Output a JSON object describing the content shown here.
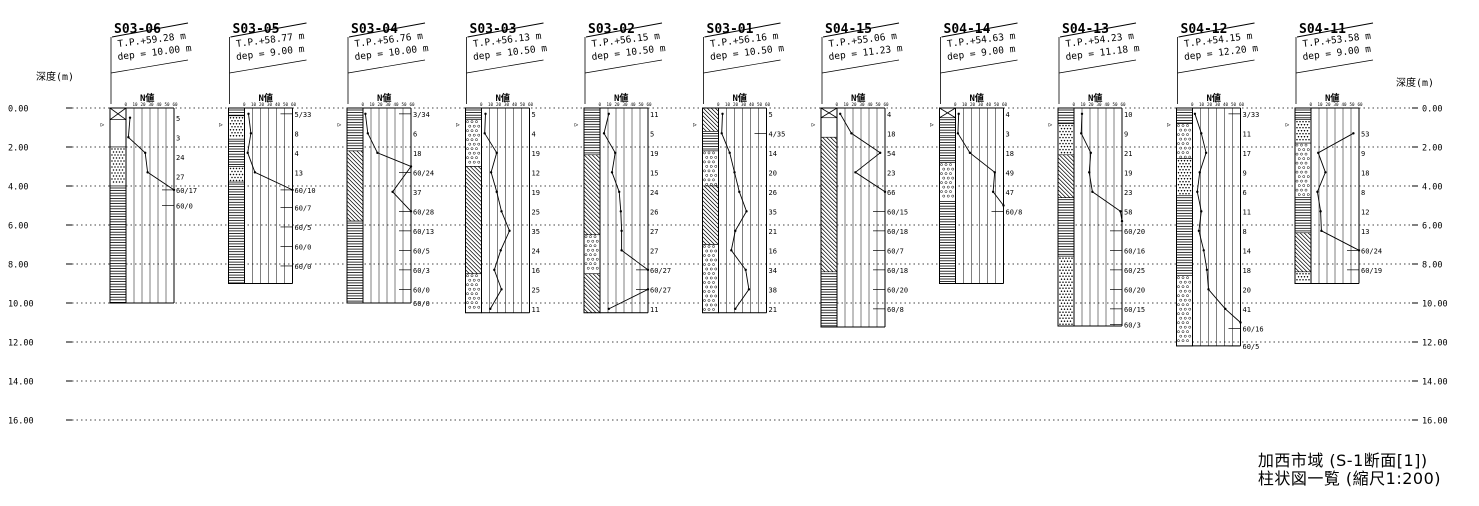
{
  "axis": {
    "label": "深度(m)",
    "ticks": [
      "0.00",
      "2.00",
      "4.00",
      "6.00",
      "8.00",
      "10.00",
      "12.00",
      "14.00",
      "16.00"
    ],
    "min": 0,
    "max": 16
  },
  "nvalue_header": "N値",
  "nvalue_scale": [
    "0",
    "10",
    "20",
    "30",
    "40",
    "50",
    "60"
  ],
  "caption": {
    "line1": "加西市域 (S-1断面[1])",
    "line2": "柱状図一覧 (縮尺1:200)"
  },
  "boreholes": [
    {
      "id": "S03-06",
      "tp": "T.P.+59.28 m",
      "dep_text": "dep = 10.00 m",
      "depth": 10.0,
      "n_labels": [
        [
          0.5,
          "5"
        ],
        [
          1.5,
          "3"
        ],
        [
          2.5,
          "24"
        ],
        [
          3.5,
          "27"
        ],
        [
          4.2,
          "60/17"
        ],
        [
          5.0,
          "60/0"
        ]
      ],
      "n_points": [
        [
          0.5,
          5
        ],
        [
          1.5,
          3
        ],
        [
          2.3,
          24
        ],
        [
          3.3,
          27
        ],
        [
          4.2,
          60
        ]
      ]
    },
    {
      "id": "S03-05",
      "tp": "T.P.+58.77 m",
      "dep_text": "dep = 9.00 m",
      "depth": 9.0,
      "n_labels": [
        [
          0.3,
          "5/33"
        ],
        [
          1.3,
          "8"
        ],
        [
          2.3,
          "4"
        ],
        [
          3.3,
          "13"
        ],
        [
          4.2,
          "60/10"
        ],
        [
          5.1,
          "60/7"
        ],
        [
          6.1,
          "60/5"
        ],
        [
          7.1,
          "60/0"
        ],
        [
          8.1,
          "60/0"
        ]
      ],
      "n_points": [
        [
          0.3,
          5
        ],
        [
          1.3,
          8
        ],
        [
          2.3,
          4
        ],
        [
          3.3,
          13
        ],
        [
          4.2,
          60
        ]
      ]
    },
    {
      "id": "S03-04",
      "tp": "T.P.+56.76 m",
      "dep_text": "dep = 10.00 m",
      "depth": 10.0,
      "n_labels": [
        [
          0.3,
          "3/34"
        ],
        [
          1.3,
          "6"
        ],
        [
          2.3,
          "18"
        ],
        [
          3.3,
          "60/24"
        ],
        [
          4.3,
          "37"
        ],
        [
          5.3,
          "60/28"
        ],
        [
          6.3,
          "60/13"
        ],
        [
          7.3,
          "60/5"
        ],
        [
          8.3,
          "60/3"
        ],
        [
          9.3,
          "60/0"
        ],
        [
          10.0,
          "60/0"
        ]
      ],
      "n_points": [
        [
          0.3,
          3
        ],
        [
          1.3,
          6
        ],
        [
          2.3,
          18
        ],
        [
          3.0,
          60
        ],
        [
          4.3,
          37
        ],
        [
          5.3,
          60
        ]
      ]
    },
    {
      "id": "S03-03",
      "tp": "T.P.+56.13 m",
      "dep_text": "dep = 10.50 m",
      "depth": 10.5,
      "n_labels": [
        [
          0.3,
          "5"
        ],
        [
          1.3,
          "4"
        ],
        [
          2.3,
          "19"
        ],
        [
          3.3,
          "12"
        ],
        [
          4.3,
          "19"
        ],
        [
          5.3,
          "25"
        ],
        [
          6.3,
          "35"
        ],
        [
          7.3,
          "24"
        ],
        [
          8.3,
          "16"
        ],
        [
          9.3,
          "25"
        ],
        [
          10.3,
          "11"
        ]
      ],
      "n_points": [
        [
          0.3,
          5
        ],
        [
          1.3,
          4
        ],
        [
          2.3,
          19
        ],
        [
          3.3,
          12
        ],
        [
          4.3,
          19
        ],
        [
          5.3,
          25
        ],
        [
          6.3,
          35
        ],
        [
          7.3,
          24
        ],
        [
          8.3,
          16
        ],
        [
          9.3,
          25
        ],
        [
          10.3,
          11
        ]
      ]
    },
    {
      "id": "S03-02",
      "tp": "T.P.+56.15 m",
      "dep_text": "dep = 10.50 m",
      "depth": 10.5,
      "n_labels": [
        [
          0.3,
          "11"
        ],
        [
          1.3,
          "5"
        ],
        [
          2.3,
          "19"
        ],
        [
          3.3,
          "15"
        ],
        [
          4.3,
          "24"
        ],
        [
          5.3,
          "26"
        ],
        [
          6.3,
          "27"
        ],
        [
          7.3,
          "27"
        ],
        [
          8.3,
          "60/27"
        ],
        [
          9.3,
          "60/27"
        ],
        [
          10.3,
          "11"
        ]
      ],
      "n_points": [
        [
          0.3,
          11
        ],
        [
          1.3,
          5
        ],
        [
          2.3,
          19
        ],
        [
          3.3,
          15
        ],
        [
          4.3,
          24
        ],
        [
          5.3,
          26
        ],
        [
          6.3,
          27
        ],
        [
          7.3,
          27
        ],
        [
          8.3,
          60
        ],
        [
          9.3,
          60
        ],
        [
          10.3,
          11
        ]
      ]
    },
    {
      "id": "S03-01",
      "tp": "T.P.+56.16 m",
      "dep_text": "dep = 10.50 m",
      "depth": 10.5,
      "n_labels": [
        [
          0.3,
          "5"
        ],
        [
          1.3,
          "4/35"
        ],
        [
          2.3,
          "14"
        ],
        [
          3.3,
          "20"
        ],
        [
          4.3,
          "26"
        ],
        [
          5.3,
          "35"
        ],
        [
          6.3,
          "21"
        ],
        [
          7.3,
          "16"
        ],
        [
          8.3,
          "34"
        ],
        [
          9.3,
          "38"
        ],
        [
          10.3,
          "21"
        ]
      ],
      "n_points": [
        [
          0.3,
          5
        ],
        [
          1.3,
          4
        ],
        [
          2.3,
          14
        ],
        [
          3.3,
          20
        ],
        [
          4.3,
          26
        ],
        [
          5.3,
          35
        ],
        [
          6.3,
          21
        ],
        [
          7.3,
          16
        ],
        [
          8.3,
          34
        ],
        [
          9.3,
          38
        ],
        [
          10.3,
          21
        ]
      ]
    },
    {
      "id": "S04-15",
      "tp": "T.P.+55.06 m",
      "dep_text": "dep = 11.23 m",
      "depth": 11.23,
      "n_labels": [
        [
          0.3,
          "4"
        ],
        [
          1.3,
          "18"
        ],
        [
          2.3,
          "54"
        ],
        [
          3.3,
          "23"
        ],
        [
          4.3,
          "66"
        ],
        [
          5.3,
          "60/15"
        ],
        [
          6.3,
          "60/18"
        ],
        [
          7.3,
          "60/7"
        ],
        [
          8.3,
          "60/18"
        ],
        [
          9.3,
          "60/20"
        ],
        [
          10.3,
          "60/8"
        ]
      ],
      "n_points": [
        [
          0.3,
          4
        ],
        [
          1.3,
          18
        ],
        [
          2.3,
          54
        ],
        [
          3.3,
          23
        ],
        [
          4.3,
          60
        ]
      ]
    },
    {
      "id": "S04-14",
      "tp": "T.P.+54.63 m",
      "dep_text": "dep = 9.00 m",
      "depth": 9.0,
      "n_labels": [
        [
          0.3,
          "4"
        ],
        [
          1.3,
          "3"
        ],
        [
          2.3,
          "18"
        ],
        [
          3.3,
          "49"
        ],
        [
          4.3,
          "47"
        ],
        [
          5.3,
          "60/8"
        ]
      ],
      "n_points": [
        [
          0.3,
          4
        ],
        [
          1.3,
          3
        ],
        [
          2.3,
          18
        ],
        [
          3.3,
          49
        ],
        [
          4.3,
          47
        ],
        [
          5.0,
          60
        ]
      ]
    },
    {
      "id": "S04-13",
      "tp": "T.P.+54.23 m",
      "dep_text": "dep = 11.18 m",
      "depth": 11.18,
      "n_labels": [
        [
          0.3,
          "10"
        ],
        [
          1.3,
          "9"
        ],
        [
          2.3,
          "21"
        ],
        [
          3.3,
          "19"
        ],
        [
          4.3,
          "23"
        ],
        [
          5.3,
          "58"
        ],
        [
          6.3,
          "60/20"
        ],
        [
          7.3,
          "60/16"
        ],
        [
          8.3,
          "60/25"
        ],
        [
          9.3,
          "60/20"
        ],
        [
          10.3,
          "60/15"
        ],
        [
          11.1,
          "60/3"
        ]
      ],
      "n_points": [
        [
          0.3,
          10
        ],
        [
          1.3,
          9
        ],
        [
          2.3,
          21
        ],
        [
          3.3,
          19
        ],
        [
          4.3,
          23
        ],
        [
          5.3,
          58
        ],
        [
          5.8,
          60
        ]
      ]
    },
    {
      "id": "S04-12",
      "tp": "T.P.+54.15 m",
      "dep_text": "dep = 12.20 m",
      "depth": 12.2,
      "n_labels": [
        [
          0.3,
          "3/33"
        ],
        [
          1.3,
          "11"
        ],
        [
          2.3,
          "17"
        ],
        [
          3.3,
          "9"
        ],
        [
          4.3,
          "6"
        ],
        [
          5.3,
          "11"
        ],
        [
          6.3,
          "8"
        ],
        [
          7.3,
          "14"
        ],
        [
          8.3,
          "18"
        ],
        [
          9.3,
          "20"
        ],
        [
          10.3,
          "41"
        ],
        [
          11.3,
          "60/16"
        ],
        [
          12.2,
          "60/5"
        ]
      ],
      "n_points": [
        [
          0.3,
          3
        ],
        [
          1.3,
          11
        ],
        [
          2.3,
          17
        ],
        [
          3.3,
          9
        ],
        [
          4.3,
          6
        ],
        [
          5.3,
          11
        ],
        [
          6.3,
          8
        ],
        [
          7.3,
          14
        ],
        [
          8.3,
          18
        ],
        [
          9.3,
          20
        ],
        [
          10.3,
          41
        ],
        [
          11.0,
          60
        ]
      ]
    },
    {
      "id": "S04-11",
      "tp": "T.P.+53.58 m",
      "dep_text": "dep = 9.00 m",
      "depth": 9.0,
      "n_labels": [
        [
          1.3,
          "53"
        ],
        [
          2.3,
          "9"
        ],
        [
          3.3,
          "18"
        ],
        [
          4.3,
          "8"
        ],
        [
          5.3,
          "12"
        ],
        [
          6.3,
          "13"
        ],
        [
          7.3,
          "60/24"
        ],
        [
          8.3,
          "60/19"
        ]
      ],
      "n_points": [
        [
          1.3,
          53
        ],
        [
          2.3,
          9
        ],
        [
          3.3,
          18
        ],
        [
          4.3,
          8
        ],
        [
          5.3,
          12
        ],
        [
          6.3,
          13
        ],
        [
          7.3,
          60
        ]
      ]
    }
  ]
}
